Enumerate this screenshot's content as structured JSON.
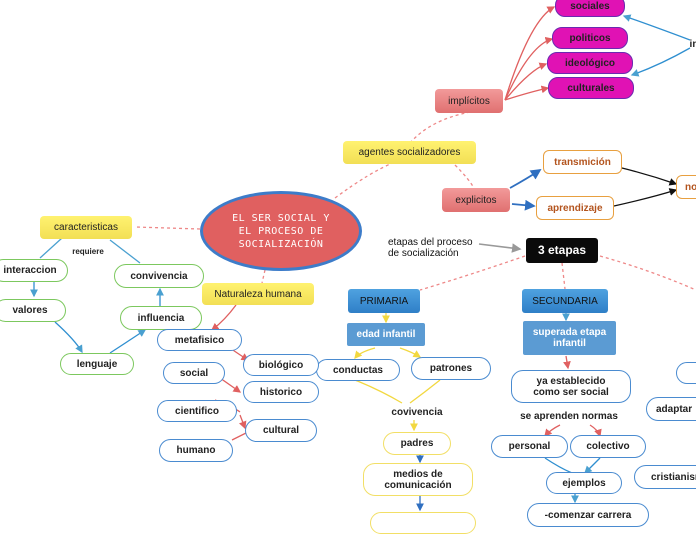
{
  "colors": {
    "accent_red": "#e06060",
    "accent_blue": "#3d7cc9",
    "magenta": "#e012b4",
    "green": "#7cc85e",
    "yellow": "#f2df66",
    "orange": "#e8a040"
  },
  "map": {
    "central_title": "EL SER SOCIAL Y EL PROCESO DE SOCIALIZACIÓN",
    "agentes": "agentes socializadores",
    "implicitos": "implícitos",
    "explicitos": "explicitos",
    "sociales": "sociales",
    "politicos": "politicos",
    "ideologico": "ideológico",
    "culturales": "culturales",
    "cut_right_top": "in",
    "transmicion": "transmición",
    "aprendizaje": "aprendizaje",
    "cut_right_no": "no",
    "etapas_label": "etapas del proceso de socialización",
    "tres_etapas": "3 etapas",
    "primaria": "PRIMARIA",
    "secundaria": "SECUNDARIA",
    "edad_infantil": "edad infantil",
    "superada": "superada etapa infantil",
    "conductas": "conductas",
    "patrones": "patrones",
    "covivencia": "covivencia",
    "padres": "padres",
    "medios": "medios de comunicación",
    "ya_establecido": "ya establecido como ser social",
    "se_aprenden": "se aprenden normas",
    "personal": "personal",
    "colectivo": "colectivo",
    "ejemplos": "ejemplos",
    "comenzar": "-comenzar carrera",
    "adaptar": "adaptar",
    "cristianismo": "cristianism",
    "caracteristicas": "caracteristicas",
    "requiere": "requiere",
    "interaccion": "interaccion",
    "valores": "valores",
    "lenguaje": "lenguaje",
    "convivencia": "convivencia",
    "influencia": "influencia",
    "naturaleza": "Naturaleza humana",
    "metafisico": "metafisico",
    "biologico": "biológico",
    "social": "social",
    "historico": "historico",
    "cientifico": "cientifico",
    "cultural": "cultural",
    "humano": "humano"
  }
}
